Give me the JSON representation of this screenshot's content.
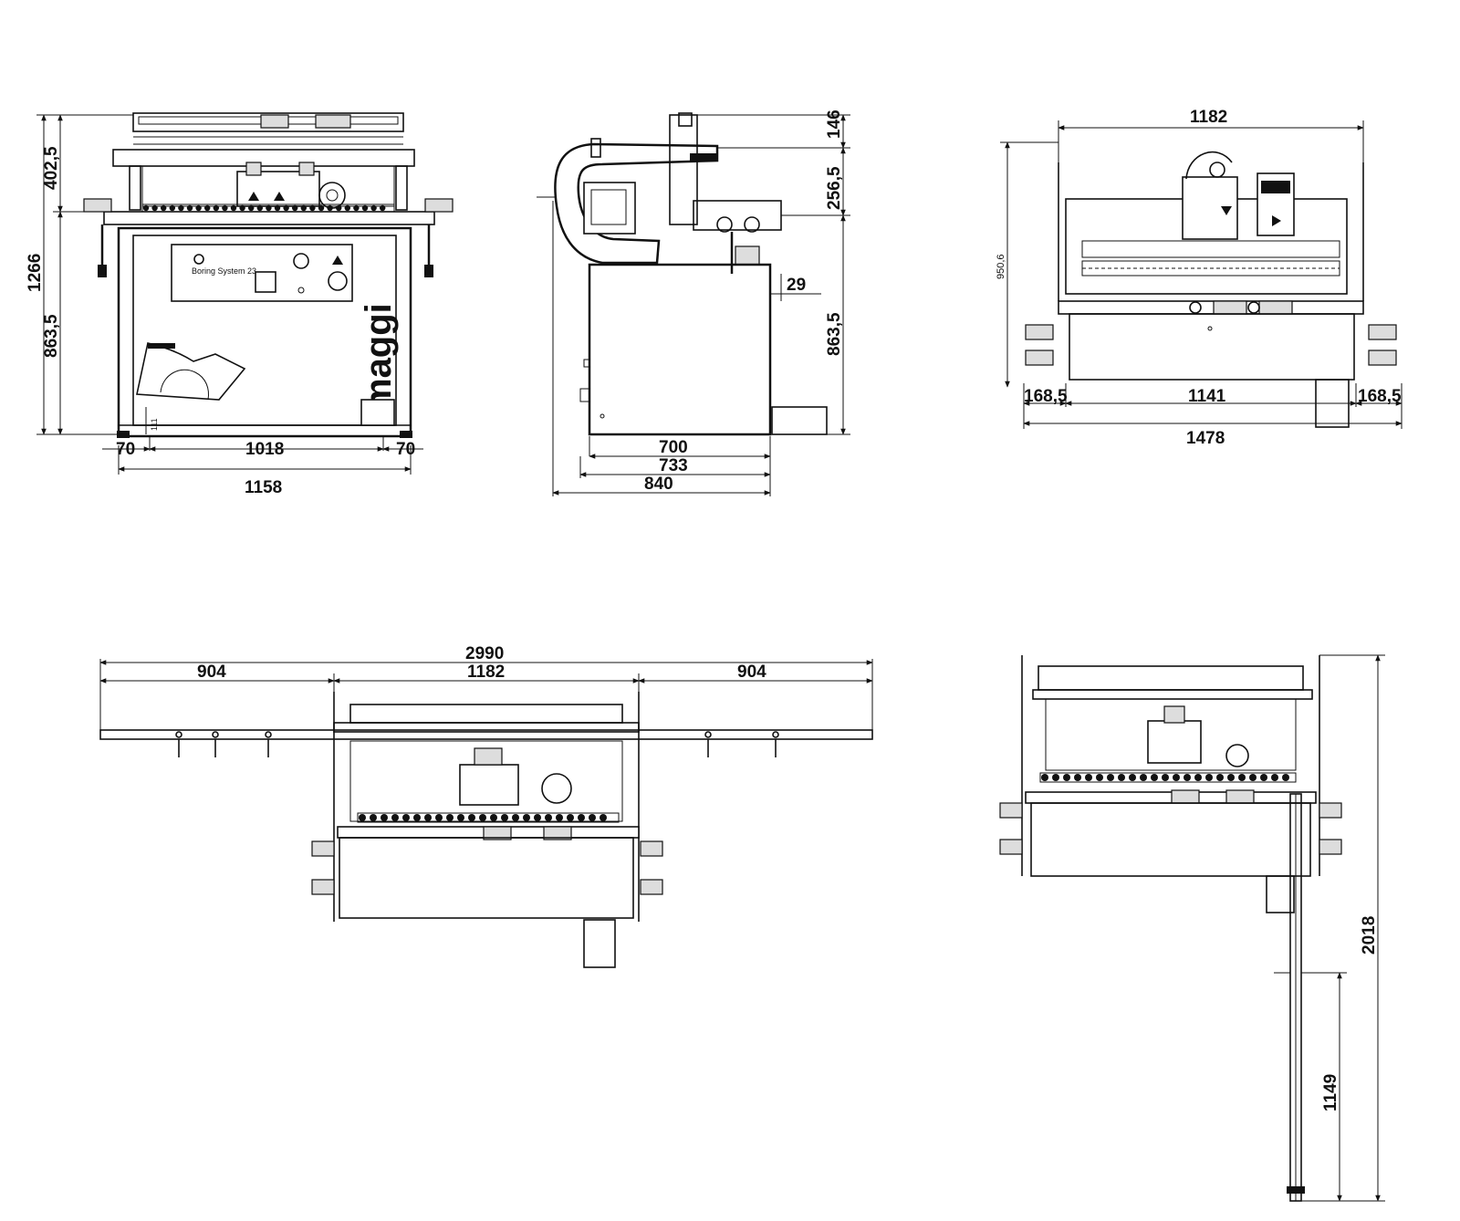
{
  "views": {
    "front": {
      "dims": {
        "height_total": "1266",
        "height_upper": "402,5",
        "height_lower": "863,5",
        "width_inner": "1018",
        "offset_left": "70",
        "offset_right": "70",
        "width_total": "1158",
        "base_height": "111"
      },
      "brand": "maggi",
      "panel_text": "Boring System 23"
    },
    "side": {
      "dims": {
        "top": "146",
        "upper": "256,5",
        "lower": "863,5",
        "offset": "29",
        "depth_a": "700",
        "depth_b": "733",
        "depth_c": "840"
      }
    },
    "top": {
      "dims": {
        "width_top": "1182",
        "height": "950,6",
        "left": "168,5",
        "middle": "1141",
        "right": "168,5",
        "total": "1478"
      }
    },
    "plan_extended": {
      "dims": {
        "total": "2990",
        "left": "904",
        "middle": "1182",
        "right": "904"
      }
    },
    "plan_side_extended": {
      "dims": {
        "total": "2018",
        "lower": "1149"
      }
    }
  }
}
